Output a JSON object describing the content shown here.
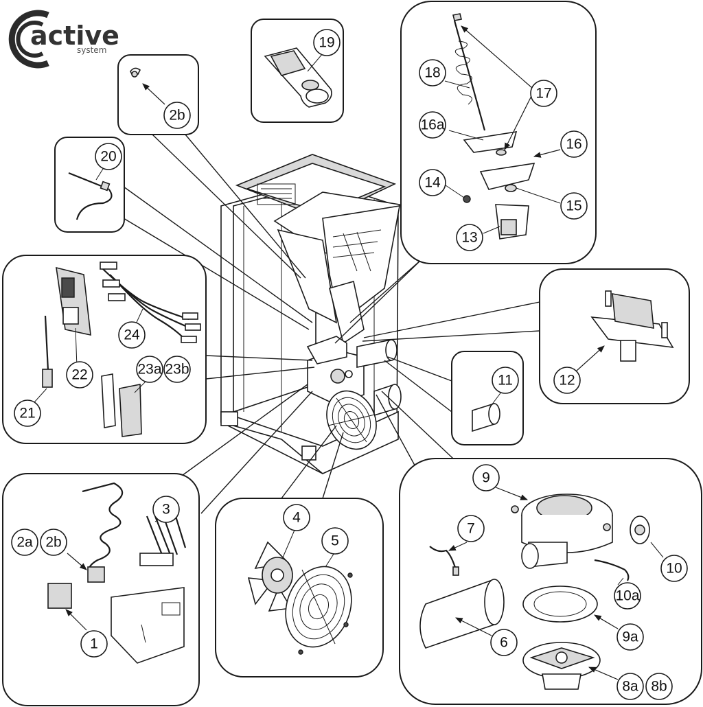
{
  "brand": {
    "name": "active",
    "tagline": "system"
  },
  "callouts": {
    "c1": "1",
    "c2a": "2a",
    "c2b_left": "2b",
    "c2b_top": "2b",
    "c3": "3",
    "c4": "4",
    "c5": "5",
    "c6": "6",
    "c7": "7",
    "c8a": "8a",
    "c8b": "8b",
    "c9": "9",
    "c9a": "9a",
    "c10": "10",
    "c10a": "10a",
    "c11": "11",
    "c12": "12",
    "c13": "13",
    "c14": "14",
    "c15": "15",
    "c16": "16",
    "c16a": "16a",
    "c17": "17",
    "c18": "18",
    "c19": "19",
    "c20": "20",
    "c21": "21",
    "c22": "22",
    "c23a": "23a",
    "c23b": "23b",
    "c24": "24"
  }
}
